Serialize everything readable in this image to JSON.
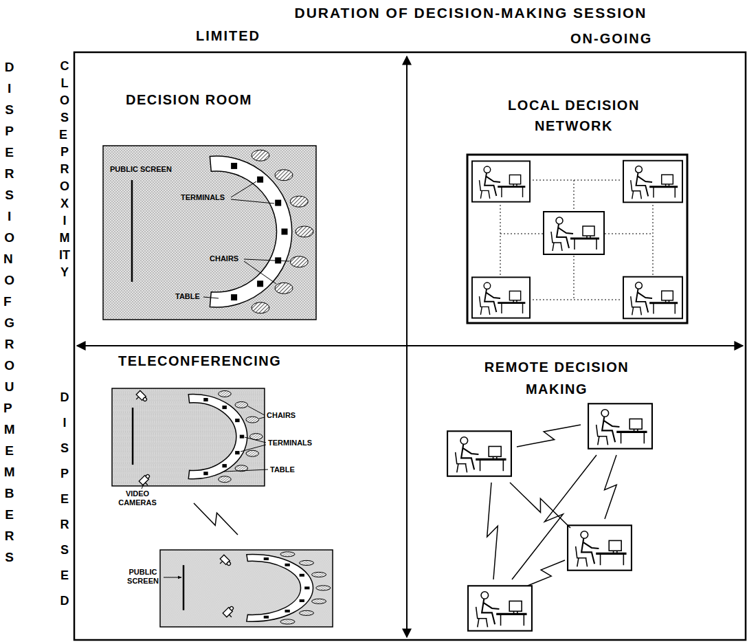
{
  "diagram": {
    "labels": [
      "DURATION OF DECISION-MAKING SESSION",
      "LIMITED",
      "ON-GOING",
      "DISPERSION OF GROUP MEMBERS",
      "CLOSE PROXIMITY",
      "DISPERSED",
      "DECISION ROOM",
      "LOCAL DECISION NETWORK",
      "PUBLIC SCREEN",
      "TERMINALS",
      "CHAIRS",
      "TABLE",
      "TELECONFERENCING",
      "REMOTE DECISION MAKING",
      "CHAIRS",
      "TERMINALS",
      "TABLE",
      "VIDEO CAMERAS",
      "PUBLIC SCREEN"
    ]
  }
}
